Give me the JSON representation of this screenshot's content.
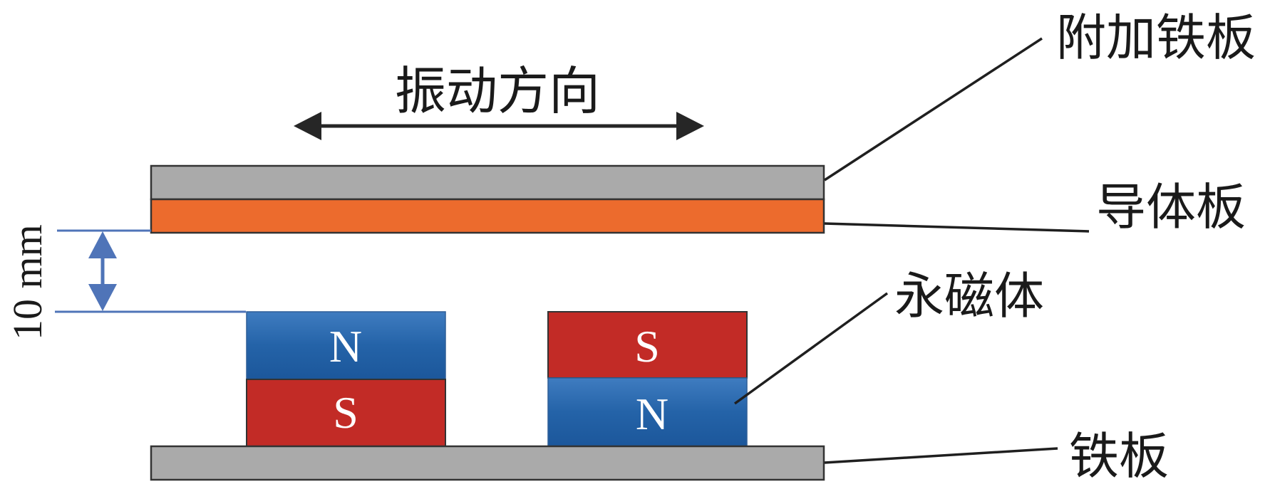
{
  "diagram": {
    "vibration_direction_label": "振动方向",
    "gap_label": "10 mm",
    "labels": {
      "additional_iron_plate": "附加铁板",
      "conductor_plate": "导体板",
      "permanent_magnet": "永磁体",
      "iron_plate": "铁板"
    },
    "magnets": [
      {
        "top_pole": "N",
        "bottom_pole": "S"
      },
      {
        "top_pole": "S",
        "bottom_pole": "N"
      }
    ],
    "colors": {
      "iron": "#aaaaaa",
      "conductor": "#ec6b2d",
      "north": "#1f5fa6",
      "south": "#c22b26",
      "dimension": "#4f74b8",
      "outline": "#333333"
    }
  }
}
